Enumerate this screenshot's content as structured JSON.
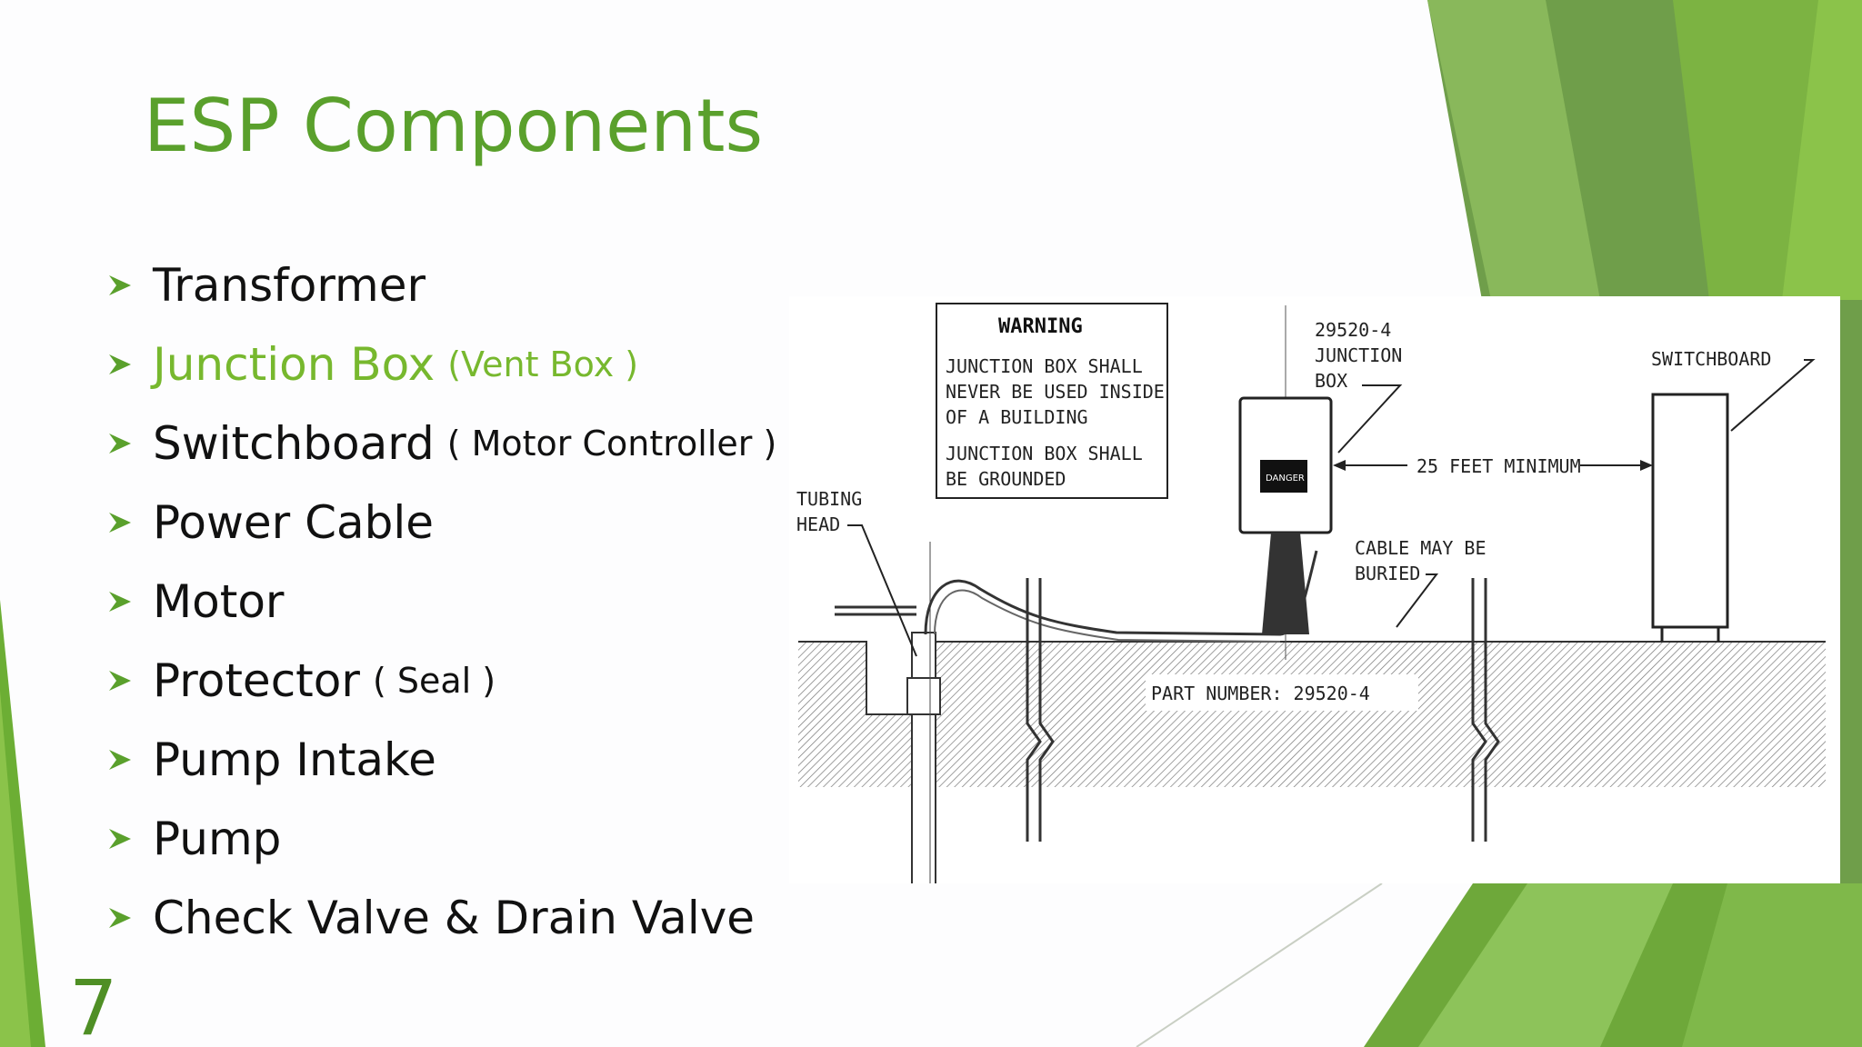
{
  "slide": {
    "title": "ESP Components",
    "page_number": "7",
    "accent_color": "#5aa02c",
    "highlight_color": "#77b82e"
  },
  "bullets": [
    {
      "main": "Transformer",
      "sub": ""
    },
    {
      "main": "Junction Box",
      "sub": "(Vent Box )"
    },
    {
      "main": "Switchboard",
      "sub": "( Motor Controller )"
    },
    {
      "main": "Power Cable",
      "sub": ""
    },
    {
      "main": "Motor",
      "sub": ""
    },
    {
      "main": "Protector",
      "sub": "( Seal )"
    },
    {
      "main": "Pump Intake",
      "sub": ""
    },
    {
      "main": "Pump",
      "sub": ""
    },
    {
      "main": "Check Valve & Drain Valve",
      "sub": ""
    }
  ],
  "diagram": {
    "warning_title": "WARNING",
    "warning_line1": "JUNCTION BOX SHALL",
    "warning_line2": "NEVER BE USED INSIDE",
    "warning_line3": "OF A BUILDING",
    "warning_line4": "JUNCTION BOX SHALL",
    "warning_line5": "BE GROUNDED",
    "jb_part": "29520-4",
    "jb_label1": "JUNCTION",
    "jb_label2": "BOX",
    "switchboard_label": "SWITCHBOARD",
    "distance_label": "25 FEET MINIMUM",
    "tubing_label1": "TUBING",
    "tubing_label2": "HEAD",
    "cable_label1": "CABLE MAY BE",
    "cable_label2": "BURIED",
    "part_number": "PART NUMBER: 29520-4",
    "danger_label": "DANGER"
  }
}
